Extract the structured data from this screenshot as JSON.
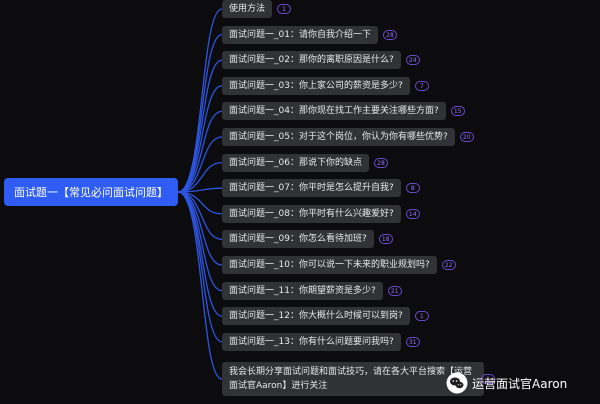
{
  "root": {
    "label": "面试题一【常见必问面试问题】"
  },
  "nodes": [
    {
      "label": "使用方法",
      "badge": "1"
    },
    {
      "label": "面试问题一_01：请你自我介绍一下",
      "badge": "28"
    },
    {
      "label": "面试问题一_02：那你的离职原因是什么?",
      "badge": "24"
    },
    {
      "label": "面试问题一_03：你上家公司的薪资是多少?",
      "badge": "7"
    },
    {
      "label": "面试问题一_04：那你现在找工作主要关注哪些方面?",
      "badge": "15"
    },
    {
      "label": "面试问题一_05：对于这个岗位，你认为你有哪些优势?",
      "badge": "20"
    },
    {
      "label": "面试问题一_06：那说下你的缺点",
      "badge": "28"
    },
    {
      "label": "面试问题一_07：你平时是怎么提升自我?",
      "badge": "8"
    },
    {
      "label": "面试问题一_08：你平时有什么兴趣爱好?",
      "badge": "14"
    },
    {
      "label": "面试问题一_09：你怎么看待加班?",
      "badge": "18"
    },
    {
      "label": "面试问题一_10：你可以说一下未来的职业规划吗?",
      "badge": "22"
    },
    {
      "label": "面试问题一_11：你期望薪资是多少?",
      "badge": "21"
    },
    {
      "label": "面试问题一_12：你大概什么时候可以到岗?",
      "badge": "1"
    },
    {
      "label": "面试问题一_13：你有什么问题要问我吗?",
      "badge": "31"
    }
  ],
  "note": {
    "text": "我会长期分享面试问题和面试技巧，请在各大平台搜索【运营面试官Aaron】进行关注",
    "badge": "1"
  },
  "watermark": {
    "text": "运营面试官Aaron",
    "icon": "wechat-icon"
  },
  "colors": {
    "background": "#0c0c0e",
    "root": "#2f5cf2",
    "node": "#313236",
    "connector": "#2d55e0",
    "badge": "#8f75ff"
  }
}
